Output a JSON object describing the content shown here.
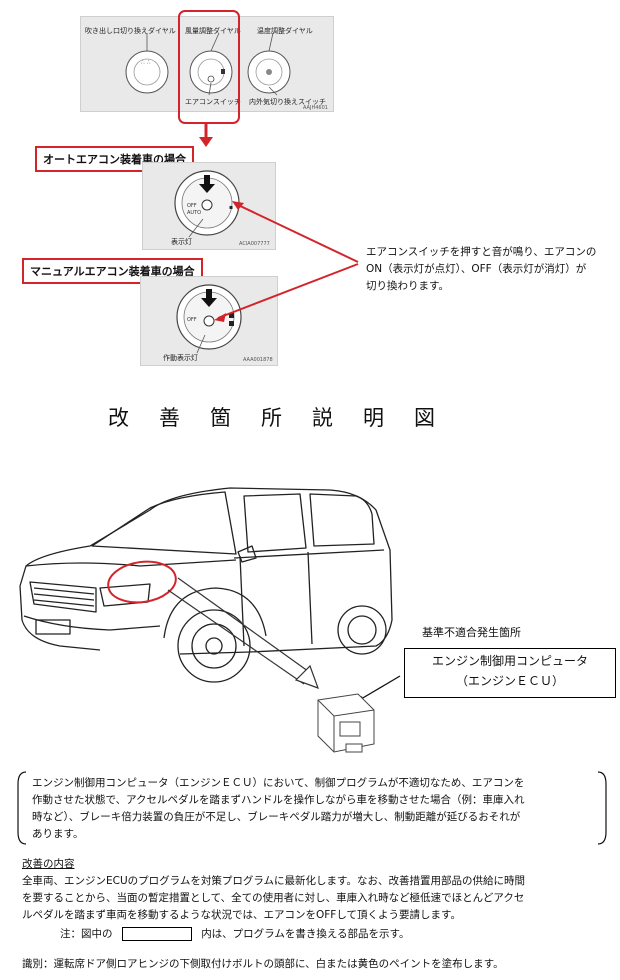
{
  "top_panel": {
    "label_left": "吹き出し口切り換えダイヤル",
    "label_center": "風量調整ダイヤル",
    "label_right": "温度調整ダイヤル",
    "label_ac_switch": "エアコンスイッチ",
    "label_recirc": "内外気切り換えスイッチ",
    "code": "AAJH4601"
  },
  "auto_ac": {
    "title": "オートエアコン装着車の場合",
    "indicator": "表示灯",
    "code": "ACIA007777"
  },
  "manual_ac": {
    "title": "マニュアルエアコン装着車の場合",
    "indicator": "作動表示灯",
    "code": "AAA001878"
  },
  "callout": {
    "line1": "エアコンスイッチを押すと音が鳴り、エアコンの",
    "line2": "ON（表示灯が点灯）、OFF（表示灯が消灯）が",
    "line3": "切り換わります。"
  },
  "diagram_title": "改善箇所説明図",
  "defect_location": "基準不適合発生箇所",
  "ecu": {
    "line1": "エンジン制御用コンピュータ",
    "line2": "（エンジンＥＣＵ）"
  },
  "issue_text": {
    "line1": "エンジン制御用コンピュータ（エンジンＥＣＵ）において、制御プログラムが不適切なため、エアコンを",
    "line2": "作動させた状態で、アクセルペダルを踏まずハンドルを操作しながら車を移動させた場合（例：車庫入れ",
    "line3": "時など）、ブレーキ倍力装置の負圧が不足し、ブレーキペダル踏力が増大し、制動距離が延びるおそれが",
    "line4": "あります。"
  },
  "improvement": {
    "heading": "改善の内容",
    "line1": "全車両、エンジンECUのプログラムを対策プログラムに最新化します。なお、改善措置用部品の供給に時間",
    "line2": "を要することから、当面の暫定措置として、全ての使用者に対し、車庫入れ時など極低速でほとんどアクセ",
    "line3": "ルペダルを踏まず車両を移動するような状況では、エアコンをOFFして頂くよう要請します。"
  },
  "note": {
    "prefix": "注：図中の",
    "suffix": "内は、プログラムを書き換える部品を示す。"
  },
  "identification": "識別：運転席ドア側ロアヒンジの下側取付けボルトの頭部に、白または黄色のペイントを塗布します。",
  "colors": {
    "accent_red": "#d4242b",
    "panel_gray": "#e9e9e9"
  }
}
